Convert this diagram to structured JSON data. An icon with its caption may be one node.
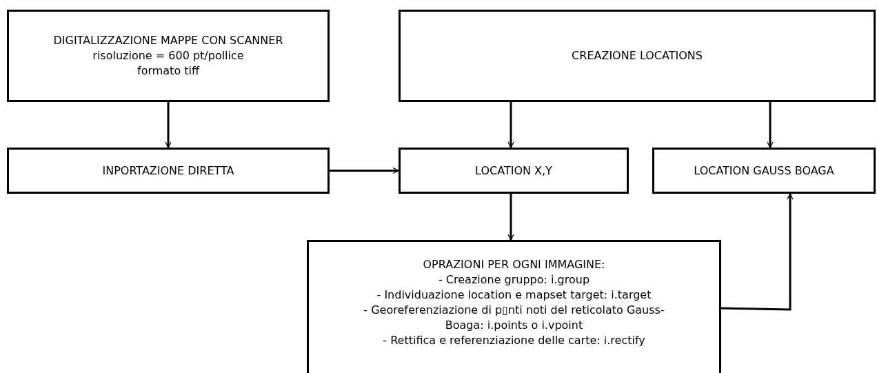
{
  "diagram": {
    "nodes": [
      {
        "text": [
          "DIGITALIZZAZIONE MAPPE CON SCANNER",
          "risoluzione = 600 pt/pollice",
          "formato tiff"
        ]
      },
      {
        "text": [
          "CREAZIONE LOCATIONS"
        ]
      },
      {
        "text": [
          "INPORTAZIONE DIRETTA"
        ]
      },
      {
        "text": [
          "LOCATION X,Y"
        ]
      },
      {
        "text": [
          "LOCATION GAUSS BOAGA"
        ]
      },
      {
        "text": [
          "OPRAZIONI PER OGNI IMMAGINE:",
          "- Creazione gruppo: i.group",
          "-  Individuazione location e mapset target: i.target",
          "- Georeferenziazione di p▯nti noti del reticolato Gauss-Boaga: i.points o i.vpoint",
          "- Rettifica e referenziazione delle carte: i.rectify"
        ]
      }
    ],
    "edges": [
      {
        "from": 0,
        "to": 2,
        "arrow": "to"
      },
      {
        "from": 1,
        "to": 3,
        "arrow": "to"
      },
      {
        "from": 1,
        "to": 4,
        "arrow": "to"
      },
      {
        "from": 2,
        "to": 3,
        "arrow": "to"
      },
      {
        "from": 3,
        "to": 5,
        "arrow": "to"
      },
      {
        "from": 5,
        "to": 4,
        "arrow": "to"
      }
    ]
  }
}
